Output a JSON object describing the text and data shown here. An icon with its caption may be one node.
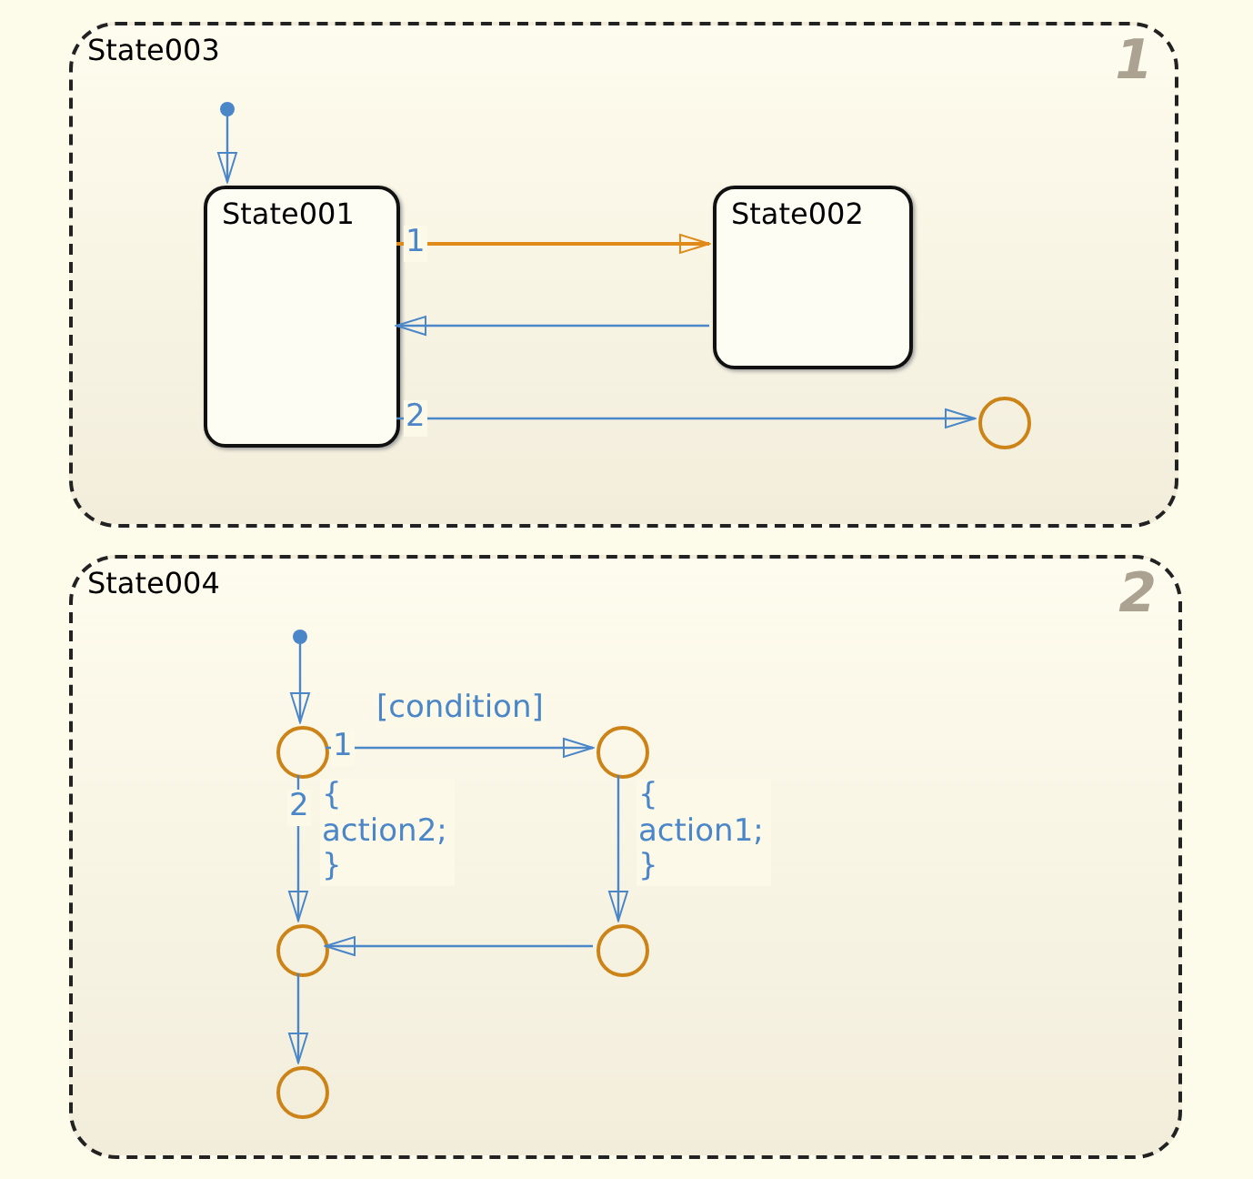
{
  "diagram": {
    "nodes": [
      {
        "text": [
          "State003",
          "1"
        ]
      },
      {
        "text": [
          "State001"
        ],
        "in": 0
      },
      {
        "text": [
          "State002"
        ],
        "in": 0
      },
      {
        "text": [],
        "shape": "circle",
        "in": 0
      },
      {
        "text": [
          "State004",
          "2"
        ]
      },
      {
        "text": [],
        "shape": "circle",
        "in": 4
      },
      {
        "text": [],
        "shape": "circle",
        "in": 4
      },
      {
        "text": [],
        "shape": "circle",
        "in": 4
      },
      {
        "text": [],
        "shape": "circle",
        "in": 4
      },
      {
        "text": [],
        "shape": "circle",
        "in": 4
      }
    ],
    "edges": [
      {
        "from": null,
        "to": 1,
        "arrow": "to"
      },
      {
        "from": 1,
        "to": 2,
        "arrow": "to",
        "label": "1",
        "color": "#e08a1a"
      },
      {
        "from": 2,
        "to": 1,
        "arrow": "to"
      },
      {
        "from": 1,
        "to": 3,
        "arrow": "to",
        "label": "2"
      },
      {
        "from": null,
        "to": 5,
        "arrow": "to"
      },
      {
        "from": 5,
        "to": 6,
        "arrow": "to",
        "label": "[condition]"
      },
      {
        "from": 6,
        "to": 8,
        "arrow": "to",
        "label": "{ action1; }"
      },
      {
        "from": 5,
        "to": 7,
        "arrow": "to",
        "label": "{ action2; }"
      },
      {
        "from": 8,
        "to": 7,
        "arrow": "to"
      },
      {
        "from": 7,
        "to": 9,
        "arrow": "to"
      }
    ],
    "labels": [
      "1",
      "2"
    ]
  }
}
